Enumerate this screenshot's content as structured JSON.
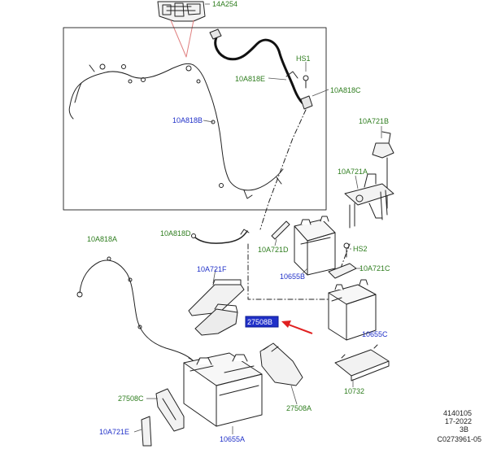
{
  "labels": {
    "top_bracket": "14A254",
    "hs1": "HS1",
    "harness_e_top": "10A818E",
    "harness_c": "10A818C",
    "harness_b": "10A818B",
    "bracket_b": "10A721B",
    "bracket_a": "10A721A",
    "harness_d": "10A818D",
    "bracket_d": "10A721D",
    "hs2": "HS2",
    "harness_a": "10A818A",
    "bracket_c": "10A721C",
    "bracket_f": "10A721F",
    "battery_b": "10655B",
    "battery_c": "10655C",
    "selected_part": "27508B",
    "tray_c": "27508C",
    "tray_a": "27508A",
    "plate": "10732",
    "bracket_e": "10A721E",
    "battery_a": "10655A"
  },
  "footer": {
    "ref_number": "4140105",
    "date": "17-2022",
    "rev": "3B",
    "code": "C0273961-05"
  },
  "colors": {
    "part_number": "#2e7d1e",
    "part_number_alt": "#2030c8",
    "selection_fill": "#2030c8",
    "pointer_arrow": "#e02020",
    "line_art": "#222222"
  }
}
